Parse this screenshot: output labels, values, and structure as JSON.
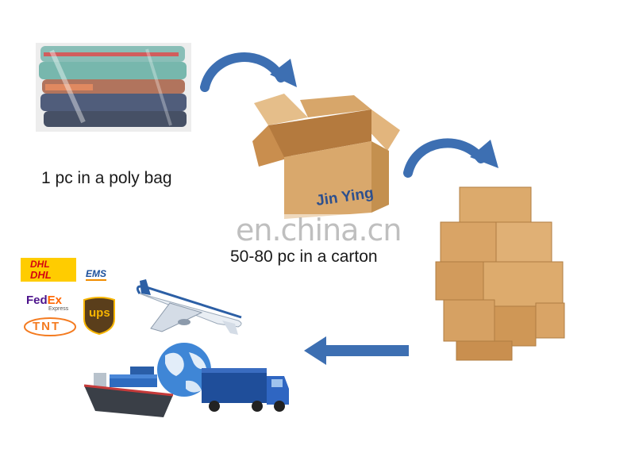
{
  "steps": {
    "poly_bag_caption": "1 pc in a poly bag",
    "carton_caption": "50-80 pc in a carton",
    "box_brand": "Jin Ying"
  },
  "watermark": "en.china.cn",
  "couriers": {
    "dhl_top": "DHL",
    "dhl_bottom": "DHL",
    "ems": "EMS",
    "fedex_fed": "Fed",
    "fedex_ex": "Ex",
    "fedex_sub": "Express",
    "tnt": "TNT",
    "ups": "ups"
  },
  "colors": {
    "arrow_blue": "#3d6fb2",
    "cardboard": "#d9a86c",
    "dhl_yellow": "#ffcc00",
    "dhl_red": "#d40511",
    "fedex_purple": "#4d148c",
    "fedex_orange": "#ff6600",
    "tnt_orange": "#f47b20",
    "ups_brown": "#5a3e1b",
    "ups_gold": "#f7b500"
  }
}
